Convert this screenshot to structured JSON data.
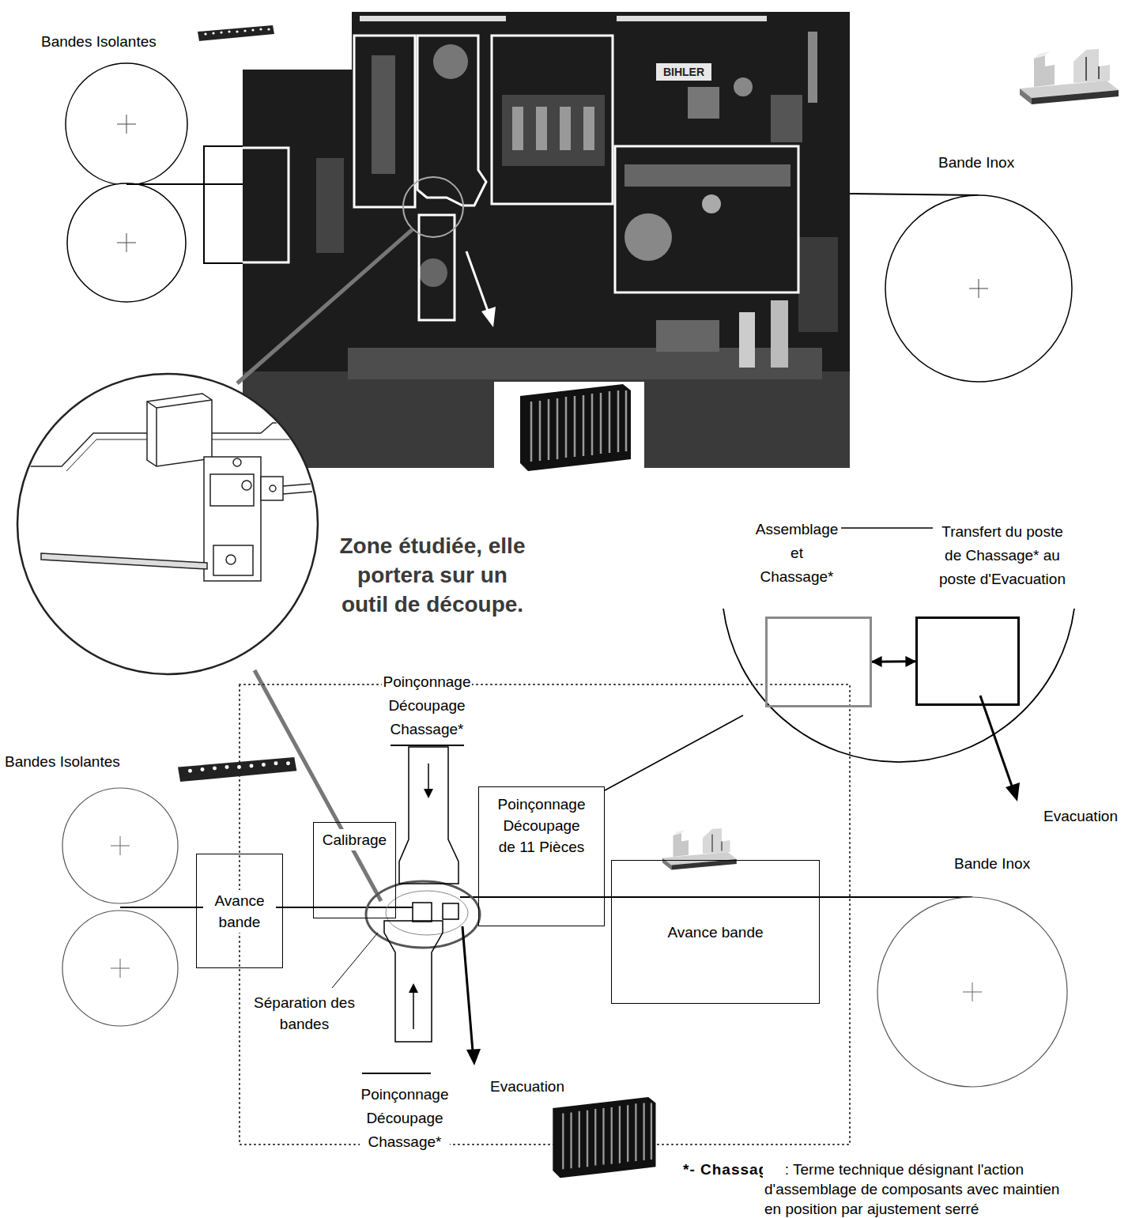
{
  "diagram": {
    "nodes": [
      {
        "text": [
          "Assemblage et Chassage*"
        ]
      },
      {
        "text": [
          "Transfert du poste de Chassage* au poste d'Evacuation"
        ]
      },
      {
        "text": [
          "Poinçonnage Découpage Chassage*"
        ]
      },
      {
        "text": [
          "Avance bande"
        ]
      },
      {
        "text": [
          "Calibrage"
        ]
      },
      {
        "text": [
          "Poinçonnage Découpage de 11 Pièces"
        ]
      },
      {
        "text": [
          "Avance bande"
        ]
      },
      {
        "text": [
          "Poinçonnage Découpage Chassage*"
        ]
      }
    ],
    "edges": [
      {
        "from": 0,
        "to": 1,
        "arrow": "both"
      }
    ],
    "labels": [
      "Bandes Isolantes",
      "BIHLER",
      "Bande Inox",
      "Zone étudiée, elle portera sur un outil de découpe.",
      "Evacuation",
      "Bandes Isolantes",
      "Bande Inox",
      "Séparation des bandes",
      "Evacuation",
      "*- Chassage",
      ": Terme technique désignant l'action d'assemblage de composants avec maintien en position par ajustement serré"
    ]
  }
}
